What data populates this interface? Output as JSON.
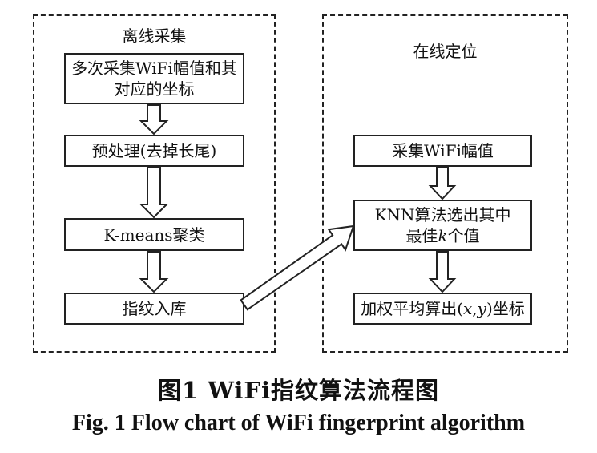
{
  "panels": {
    "offline": {
      "title": "离线采集"
    },
    "online": {
      "title": "在线定位"
    }
  },
  "offline_steps": {
    "collect": {
      "line1": "多次采集WiFi幅值和其",
      "line2": "对应的坐标"
    },
    "preprocess": "预处理(去掉长尾)",
    "kmeans": "K-means聚类",
    "store": "指纹入库"
  },
  "online_steps": {
    "collect": "采集WiFi幅值",
    "knn": {
      "line1": "KNN算法选出其中",
      "line2_prefix": "最佳",
      "line2_k": "k",
      "line2_suffix": "个值"
    },
    "weighted": {
      "prefix": "加权平均算出(",
      "x": "x",
      "comma": ",",
      "y": "y",
      "suffix": ")坐标"
    }
  },
  "caption": {
    "cn": "图1   WiFi指纹算法流程图",
    "en": "Fig. 1   Flow chart of WiFi fingerprint algorithm"
  }
}
